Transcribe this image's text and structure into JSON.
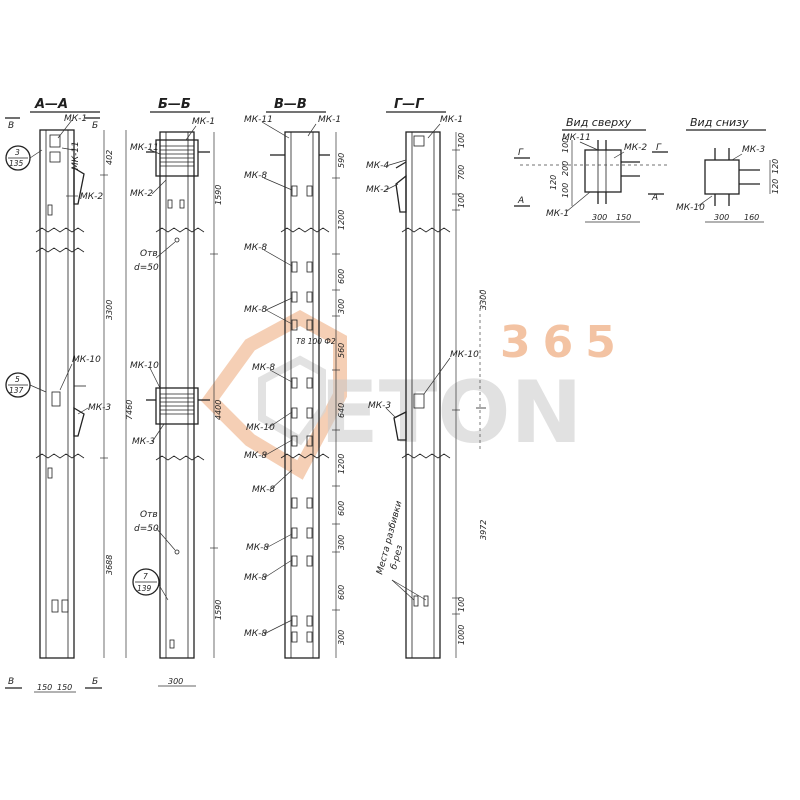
{
  "sections": {
    "aa": {
      "title": "А—А",
      "left_marker": "В",
      "right_marker": "Б",
      "bottom_left": "В",
      "bottom_right": "Б",
      "labels": [
        "МК-1",
        "МК-11",
        "МК-2",
        "МК-10",
        "МК-3"
      ],
      "refs": [
        {
          "num": "3",
          "den": "135"
        },
        {
          "num": "5",
          "den": "137"
        }
      ],
      "dims": [
        "402",
        "3300",
        "7460",
        "3688",
        "150",
        "150"
      ]
    },
    "bb": {
      "title": "Б—Б",
      "labels": [
        "МК-1",
        "МК-11",
        "МК-2",
        "МК-10",
        "МК-3"
      ],
      "holes": [
        {
          "line1": "Отв",
          "line2": "d=50"
        },
        {
          "line1": "Отв",
          "line2": "d=50"
        }
      ],
      "refs": [
        {
          "num": "7",
          "den": "139"
        }
      ],
      "dims": [
        "1590",
        "4400",
        "1590",
        "300"
      ]
    },
    "vv": {
      "title": "В—В",
      "labels": [
        "МК-11",
        "МК-1",
        "МК-8",
        "МК-8",
        "МК-8",
        "МК-8",
        "МК-10",
        "МК-8",
        "МК-8",
        "МК-8",
        "МК-8",
        "МК-8"
      ],
      "dims": [
        "590",
        "1200",
        "600",
        "300",
        "560",
        "640",
        "1200",
        "600",
        "300",
        "600",
        "300"
      ],
      "note": "Т8 100 Ф2"
    },
    "gg": {
      "title": "Г—Г",
      "labels": [
        "МК-1",
        "МК-4",
        "МК-2",
        "МК-10",
        "МК-3"
      ],
      "note": "Места разбивки",
      "note2": "б-рез",
      "dims": [
        "100",
        "700",
        "100",
        "3300",
        "3972",
        "100",
        "1000"
      ]
    }
  },
  "views": {
    "top": {
      "title": "Вид сверху",
      "markers": [
        "Г",
        "Г",
        "А",
        "А"
      ],
      "labels": [
        "МК-11",
        "МК-2",
        "МК-1"
      ],
      "dims": [
        "100",
        "200",
        "100",
        "120",
        "300",
        "150"
      ]
    },
    "bottom": {
      "title": "Вид снизу",
      "labels": [
        "МК-3",
        "МК-10"
      ],
      "dims": [
        "300",
        "160",
        "120",
        "120"
      ]
    }
  },
  "watermark": {
    "numbers": "365",
    "text": "ЕТОN"
  }
}
